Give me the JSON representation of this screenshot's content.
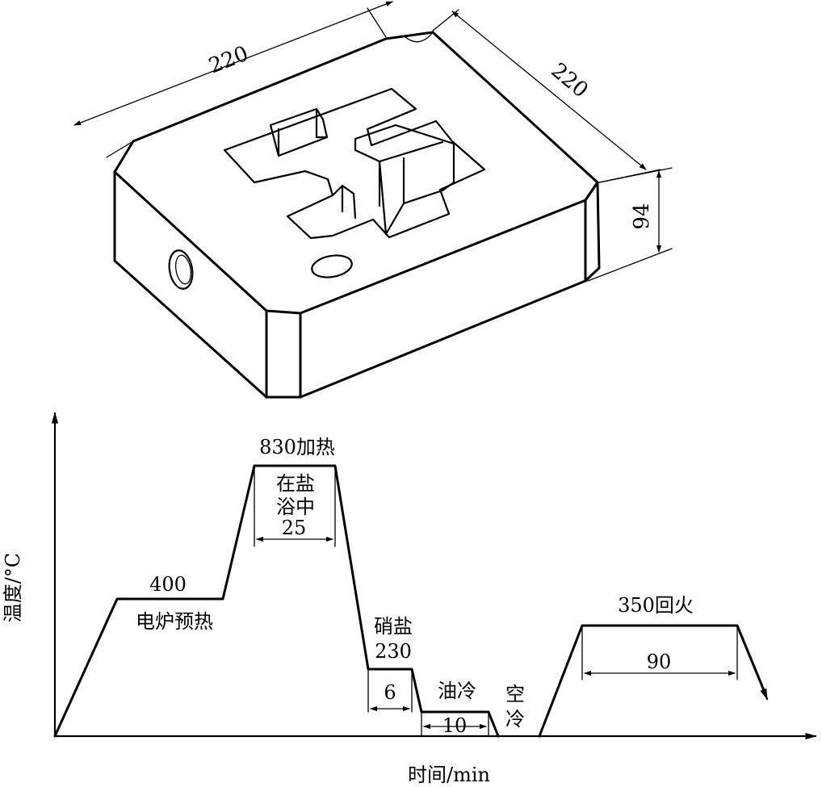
{
  "block": {
    "dim_length": "220",
    "dim_width": "220",
    "dim_height": "94"
  },
  "process": {
    "axis_y_label": "温度/°C",
    "axis_x_label": "时间/min",
    "preheat_temp": "400",
    "preheat_label": "电炉预热",
    "heat_label": "830加热",
    "heat_desc_1": "在盐",
    "heat_desc_2": "浴中",
    "heat_time": "25",
    "nitrate_label_1": "硝盐",
    "nitrate_label_2": "230",
    "nitrate_time": "6",
    "oil_label": "油冷",
    "oil_time": "10",
    "air_label_1": "空",
    "air_label_2": "冷",
    "temper_label": "350回火",
    "temper_time": "90"
  }
}
